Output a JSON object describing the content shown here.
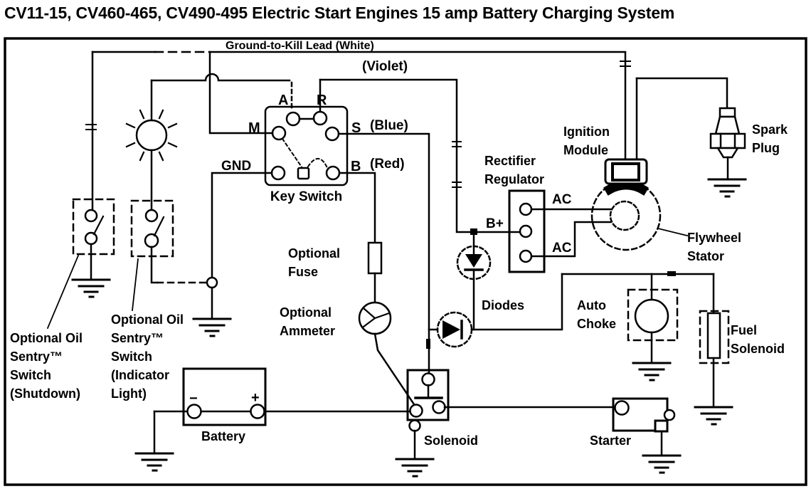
{
  "title": "CV11-15, CV460-465, CV490-495 Electric Start Engines 15 amp Battery Charging System",
  "wire_labels": {
    "ground_to_kill": "Ground-to-Kill Lead (White)",
    "violet": "(Violet)",
    "blue": "(Blue)",
    "red": "(Red)"
  },
  "key_switch": {
    "label": "Key Switch",
    "terminal_a": "A",
    "terminal_r": "R",
    "terminal_m": "M",
    "terminal_s": "S",
    "terminal_b": "B",
    "terminal_gnd": "GND"
  },
  "components": {
    "optional_fuse": [
      "Optional",
      "Fuse"
    ],
    "optional_ammeter": [
      "Optional",
      "Ammeter"
    ],
    "diodes": "Diodes",
    "rectifier_regulator": [
      "Rectifier",
      "Regulator"
    ],
    "b_plus": "B+",
    "ac_top": "AC",
    "ac_bottom": "AC",
    "ignition_module": [
      "Ignition",
      "Module"
    ],
    "spark_plug": [
      "Spark",
      "Plug"
    ],
    "flywheel_stator": [
      "Flywheel",
      "Stator"
    ],
    "auto_choke": [
      "Auto",
      "Choke"
    ],
    "fuel_solenoid": [
      "Fuel",
      "Solenoid"
    ],
    "battery": {
      "label": "Battery",
      "negative": "−",
      "positive": "+"
    },
    "solenoid": "Solenoid",
    "starter": "Starter",
    "oil_sentry_shutdown": [
      "Optional Oil",
      "Sentry™",
      "Switch",
      "(Shutdown)"
    ],
    "oil_sentry_indicator": [
      "Optional Oil",
      "Sentry™",
      "Switch",
      "(Indicator",
      "Light)"
    ]
  },
  "colors": {
    "line": "#000000",
    "background": "#ffffff"
  }
}
